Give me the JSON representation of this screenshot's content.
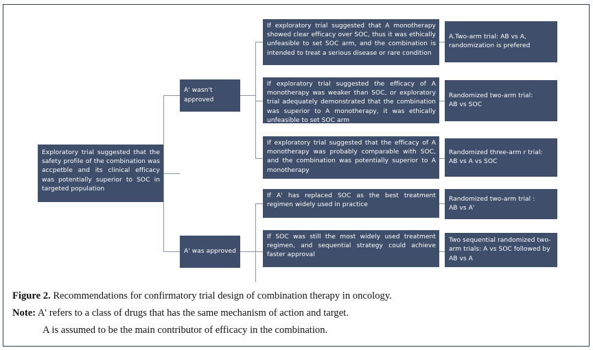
{
  "figure": {
    "root": {
      "text": "Exploratory trial suggested that the safety profile of the combination was accpetble and its clinical efficacy was potentially superior to SOC in targeted population"
    },
    "branches": [
      {
        "label": "A' wasn't approved"
      },
      {
        "label": "A' was approved"
      }
    ],
    "conditions": [
      {
        "text": "If exploratory trial suggested that A monotherapy showed clear efficacy over SOC, thus it was ethically unfeasible to set SOC arm, and the combination is intended to treat a serious disease or rare condition"
      },
      {
        "text": "If exploratory trial suggested the efficacy of A monotherapy was weaker than SOC, or exploratory trial adequately demonstrated that the combination was superior to A monotherapy, it was ethically unfeasible to set SOC arm"
      },
      {
        "text": "If exploratory trial suggested that the efficacy of A monotherapy was probably comparable with SOC, and the combination was potentially superior to A monotherapy"
      },
      {
        "text": "If A' has replaced SOC as the best treatment regimen widely used in practice"
      },
      {
        "text": "If SOC was still the most widely used treatment regimen, and sequential strategy could achieve faster approval"
      }
    ],
    "recommendations": [
      {
        "line1": "A.Two-arm trial: AB vs A,",
        "line2": "randomization is prefered"
      },
      {
        "line1": "Randomized two-arm trial:",
        "line2": "AB vs SOC"
      },
      {
        "line1": "Randomized three-arm r trial:",
        "line2": "AB vs A vs SOC"
      },
      {
        "line1": "Randomized two-arm trial :",
        "line2": "AB vs A'"
      },
      {
        "line1": "Two sequential randomized two-",
        "line2": "arm trials: A vs SOC followed by",
        "line3": "AB vs A"
      }
    ]
  },
  "caption": {
    "figure_label": "Figure 2.",
    "figure_text": " Recommendations for confirmatory trial design of combination therapy in oncology.",
    "note_label": "Note:",
    "note_text": " A' refers to a class of drugs that has the same mechanism of action and target.",
    "note_text2": "A is assumed to be the main contributor of efficacy in the combination."
  },
  "colors": {
    "node_fill": "#3f4f6b",
    "connector": "#8a94a6",
    "frame": "#2f3a4d",
    "text": "#ffffff"
  }
}
